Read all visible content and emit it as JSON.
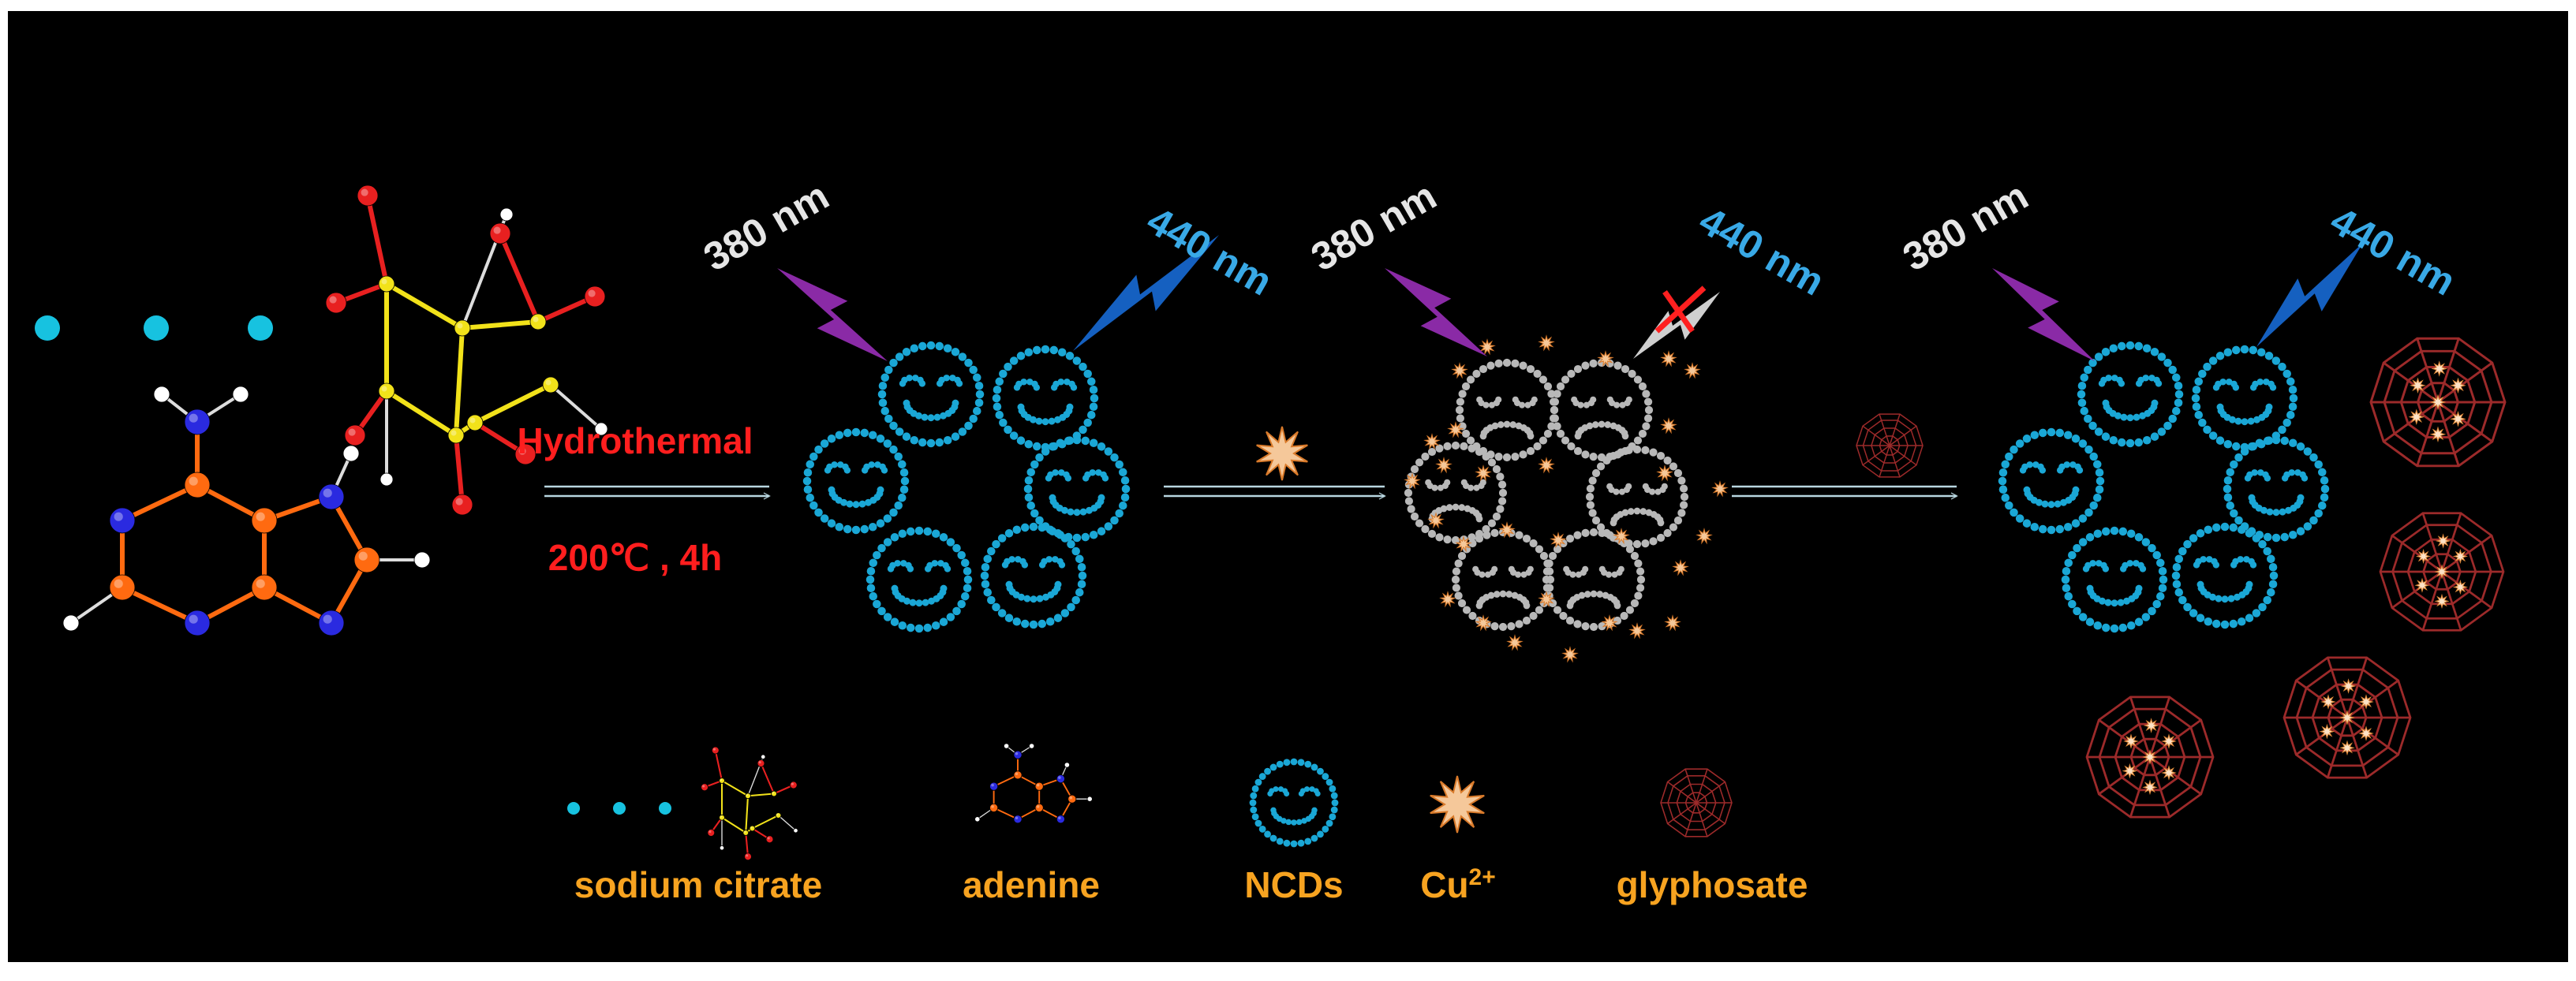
{
  "colors": {
    "frame": "#000000",
    "ncd_blue": "#1aa7d6",
    "quenched_gray": "#b8b8b8",
    "cu_ion": "#f5c89a",
    "glyphosate": "#9c2a2a",
    "excitation": "#8a2aa6",
    "emission": "#1560c0",
    "blocked": "#cfcfcf",
    "label_orange": "#f7a320",
    "label_red": "#ff1e1e",
    "wavelength_white": "#e6e6e6",
    "wavelength_blue": "#39a9e6",
    "arrow": "#b8d6e0"
  },
  "reaction": {
    "condition_top": "Hydrothermal",
    "condition_bottom": "200℃ , 4h"
  },
  "wavelengths": {
    "excitation": "380 nm",
    "emission": "440 nm"
  },
  "legend": {
    "citrate": "sodium citrate",
    "adenine": "adenine",
    "ncds": "NCDs",
    "cu": "Cu",
    "cu_sup": "2+",
    "glyphosate": "glyphosate"
  }
}
